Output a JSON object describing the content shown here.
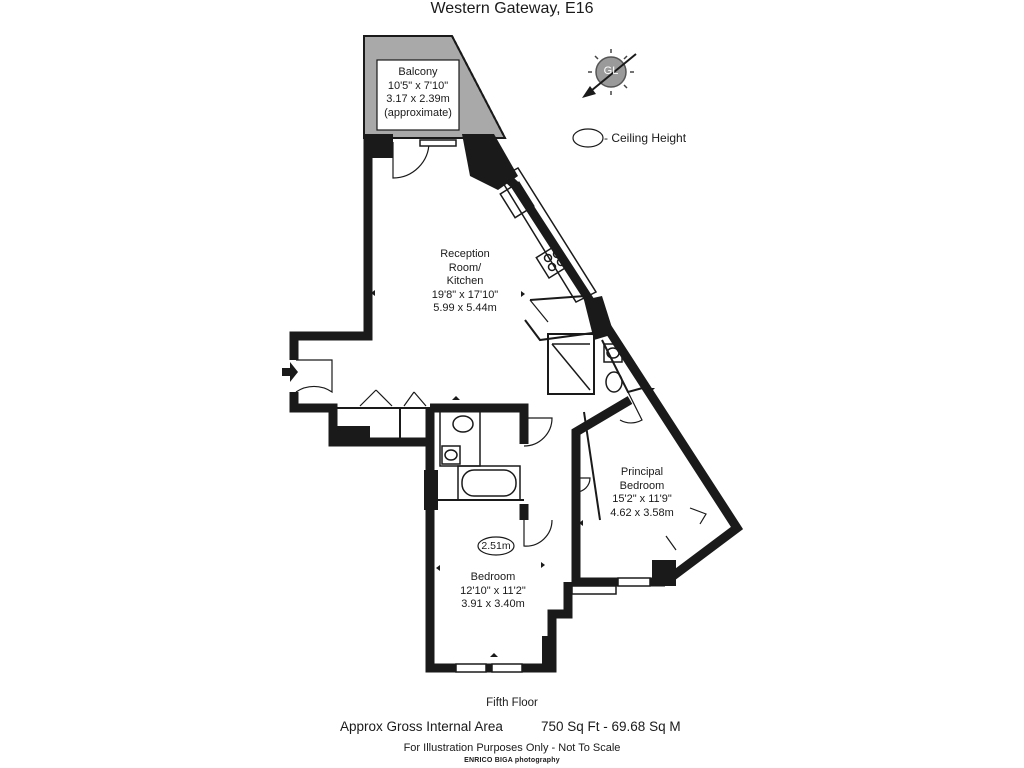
{
  "header": {
    "title": "Western Gateway, E16"
  },
  "rooms": {
    "balcony": {
      "name": "Balcony",
      "imperial": "10'5\" x 7'10\"",
      "metric": "3.17 x 2.39m",
      "note": "(approximate)"
    },
    "reception": {
      "name_line1": "Reception",
      "name_line2": "Room/",
      "name_line3": "Kitchen",
      "imperial": "19'8\" x 17'10\"",
      "metric": "5.99 x 5.44m"
    },
    "principal_bedroom": {
      "name_line1": "Principal",
      "name_line2": "Bedroom",
      "imperial": "15'2\" x 11'9\"",
      "metric": "4.62 x 3.58m"
    },
    "bedroom": {
      "name": "Bedroom",
      "imperial": "12'10\" x 11'2\"",
      "metric": "3.91 x 3.40m",
      "ceiling_height": "2.51m"
    }
  },
  "compass": {
    "label": "GL"
  },
  "legend": {
    "ceiling_height": "- Ceiling Height"
  },
  "footer": {
    "floor": "Fifth Floor",
    "area_label": "Approx Gross Internal Area",
    "area_values": "750 Sq Ft  -  69.68 Sq M",
    "disclaimer": "For Illustration Purposes Only - Not To Scale",
    "credit": "ENRICO BIGA photography"
  },
  "colors": {
    "wall": "#1a1a1a",
    "balcony_fill": "#a9a9a9",
    "background": "#ffffff"
  }
}
